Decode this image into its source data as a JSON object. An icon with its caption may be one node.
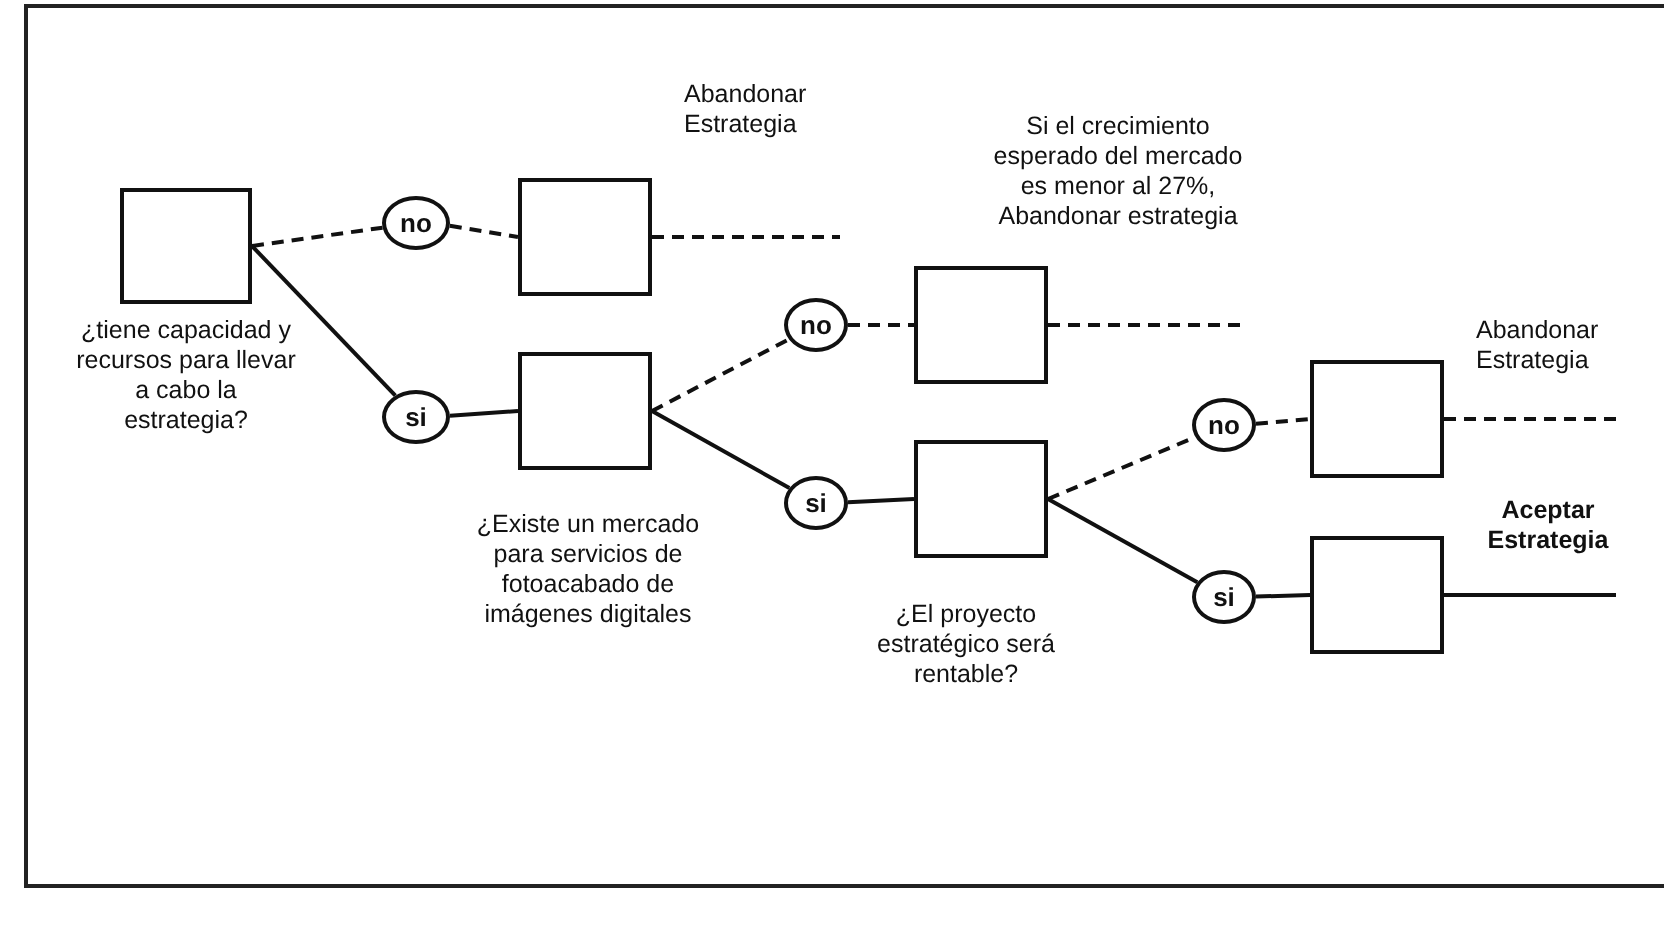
{
  "diagram": {
    "nodes": [
      {
        "text": [],
        "shape": "box",
        "beside": [
          "¿tiene capacidad y recursos para llevar a cabo la estrategia?"
        ]
      },
      {
        "text": [
          "no"
        ]
      },
      {
        "text": [
          "si"
        ]
      },
      {
        "text": [],
        "shape": "box",
        "beside": [
          "Abandonar Estrategia"
        ]
      },
      {
        "text": [],
        "shape": "box",
        "beside": [
          "¿Existe un mercado para servicios de fotoacabado de imágenes digitales"
        ]
      },
      {
        "text": [
          "no"
        ]
      },
      {
        "text": [
          "si"
        ]
      },
      {
        "text": [],
        "shape": "box",
        "beside": [
          "Si el crecimiento esperado del mercado es menor al 27%, Abandonar estrategia"
        ]
      },
      {
        "text": [],
        "shape": "box",
        "beside": [
          "¿El proyecto estratégico será rentable?"
        ]
      },
      {
        "text": [
          "no"
        ]
      },
      {
        "text": [
          "si"
        ]
      },
      {
        "text": [],
        "shape": "box",
        "beside": [
          "Abandonar Estrategia"
        ]
      },
      {
        "text": [],
        "shape": "box",
        "beside": [
          "Aceptar Estrategia"
        ]
      }
    ],
    "edges": [
      {
        "from": 0,
        "to": 1,
        "arrow": "none",
        "style": "dashed"
      },
      {
        "from": 0,
        "to": 2,
        "arrow": "none"
      },
      {
        "from": 1,
        "to": 3,
        "arrow": "none",
        "style": "dashed"
      },
      {
        "from": 2,
        "to": 4,
        "arrow": "none"
      },
      {
        "from": 3,
        "to": null,
        "arrow": "none",
        "style": "dashed"
      },
      {
        "from": 4,
        "to": 5,
        "arrow": "none",
        "style": "dashed"
      },
      {
        "from": 4,
        "to": 6,
        "arrow": "none"
      },
      {
        "from": 5,
        "to": 7,
        "arrow": "none",
        "style": "dashed"
      },
      {
        "from": 6,
        "to": 8,
        "arrow": "none"
      },
      {
        "from": 7,
        "to": null,
        "arrow": "none",
        "style": "dashed"
      },
      {
        "from": 8,
        "to": 9,
        "arrow": "none",
        "style": "dashed"
      },
      {
        "from": 8,
        "to": 10,
        "arrow": "none"
      },
      {
        "from": 9,
        "to": 11,
        "arrow": "none",
        "style": "dashed"
      },
      {
        "from": 10,
        "to": 12,
        "arrow": "none"
      },
      {
        "from": 11,
        "to": null,
        "arrow": "none",
        "style": "dashed"
      },
      {
        "from": 12,
        "to": null,
        "arrow": "none"
      }
    ]
  }
}
